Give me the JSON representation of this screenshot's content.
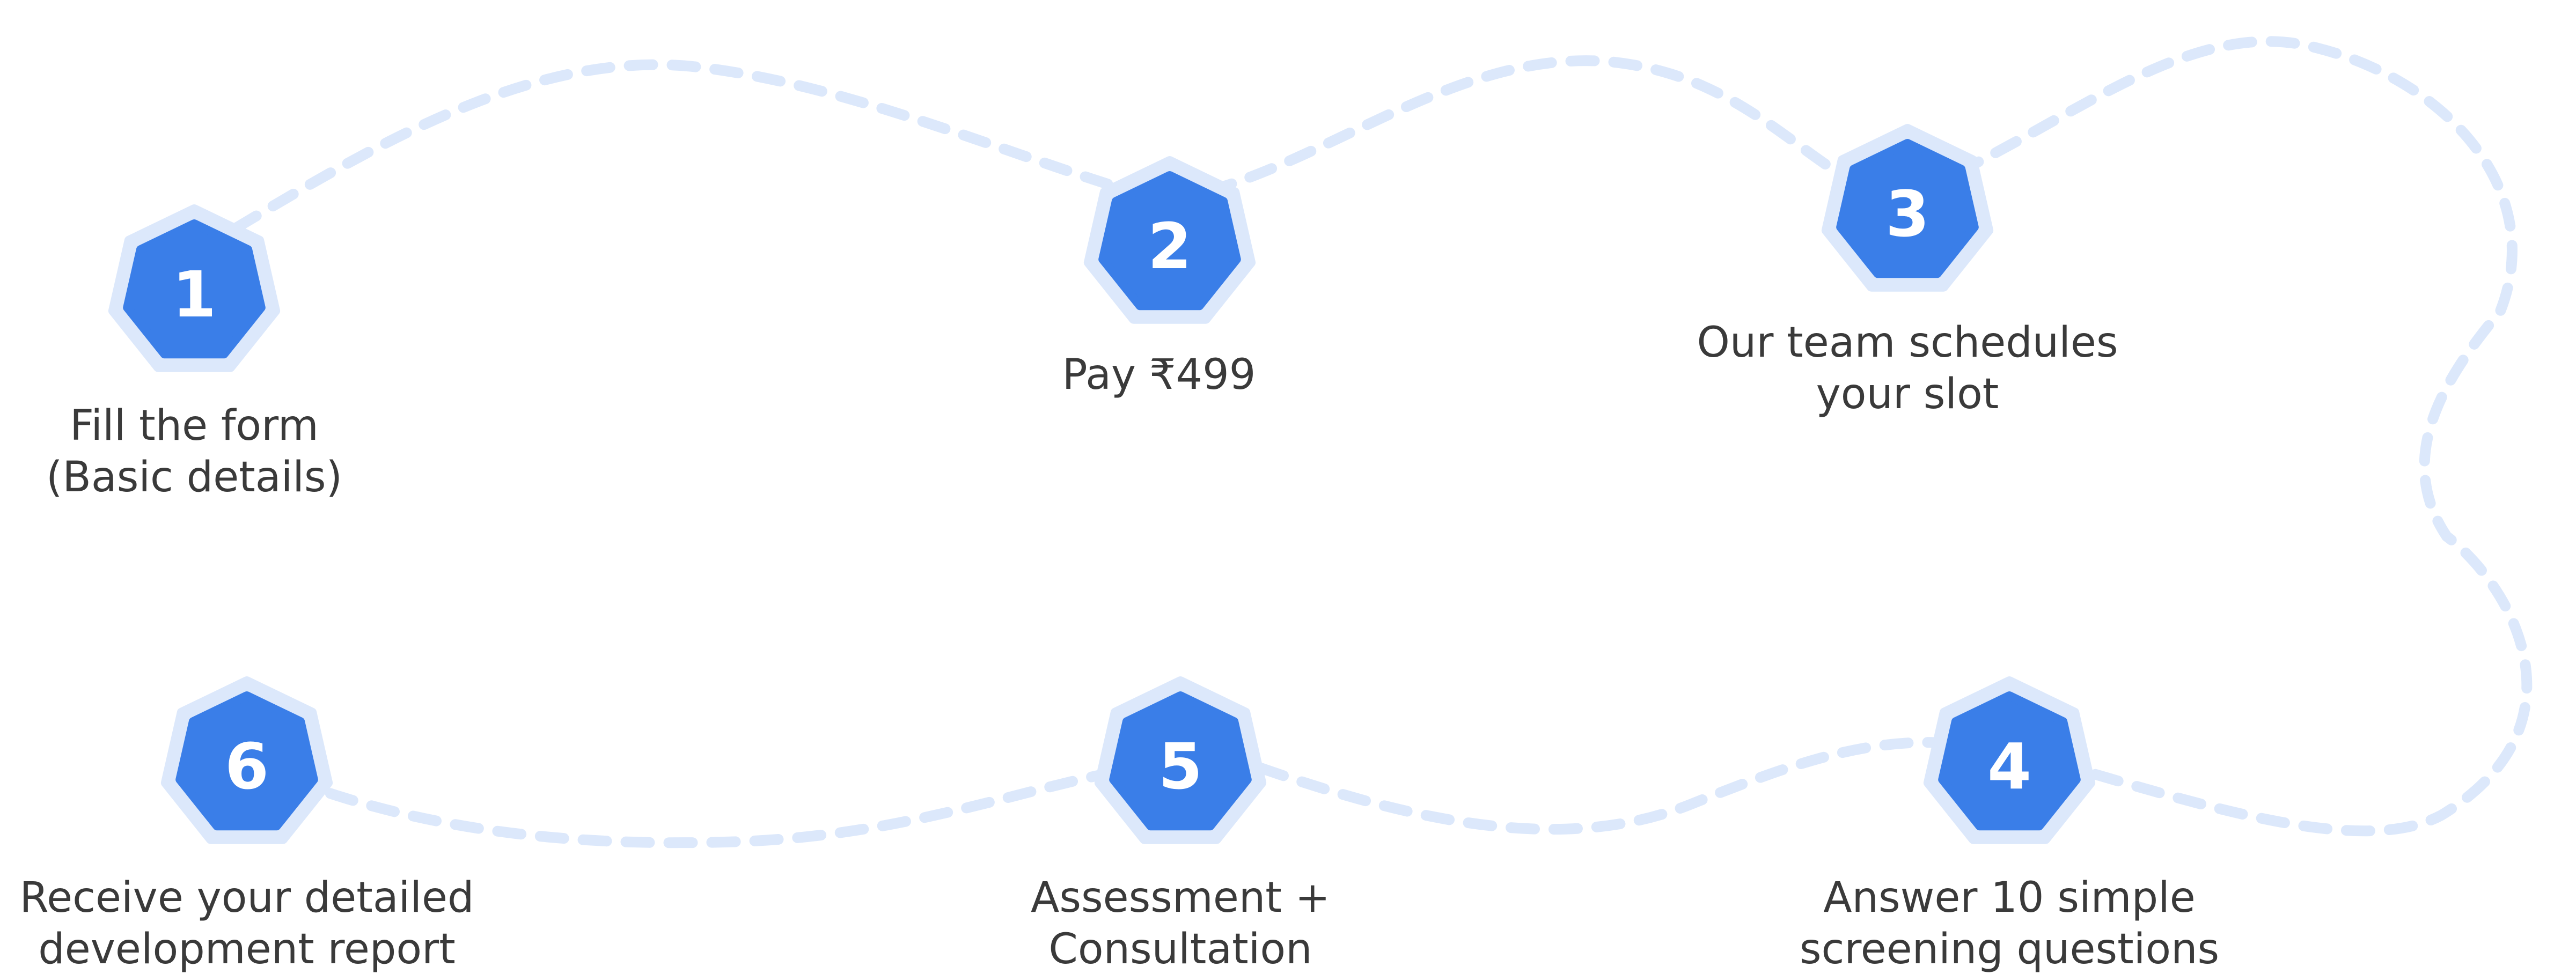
{
  "colors": {
    "path": "#dce8fb",
    "badge_fill": "#3a7ee8",
    "badge_halo": "#dce8fb",
    "badge_text": "#ffffff",
    "label_text": "#3a3a3a"
  },
  "steps": [
    {
      "number": "1",
      "label_lines": [
        "Fill the form",
        "(Basic details)"
      ]
    },
    {
      "number": "2",
      "label_lines": [
        "Pay ₹499"
      ]
    },
    {
      "number": "3",
      "label_lines": [
        "Our team schedules",
        "your slot"
      ]
    },
    {
      "number": "4",
      "label_lines": [
        "Answer 10 simple",
        "screening questions"
      ]
    },
    {
      "number": "5",
      "label_lines": [
        "Assessment +",
        "Consultation"
      ]
    },
    {
      "number": "6",
      "label_lines": [
        "Receive your detailed",
        "development report"
      ]
    }
  ]
}
